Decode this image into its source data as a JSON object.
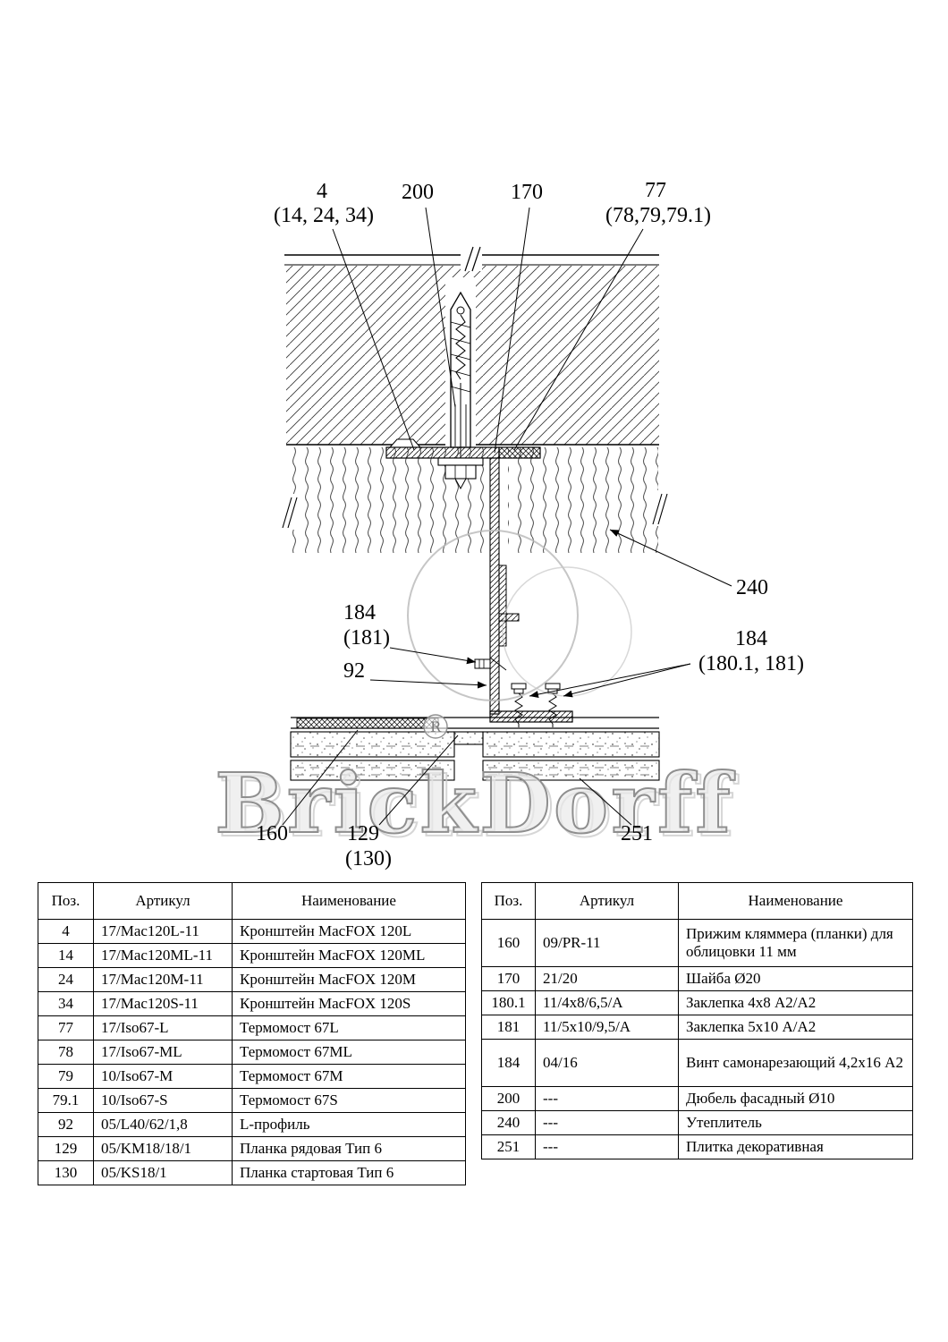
{
  "drawing": {
    "callouts": {
      "c4": {
        "main": "4",
        "sub": "(14, 24, 34)"
      },
      "c200": {
        "main": "200"
      },
      "c170": {
        "main": "170"
      },
      "c77": {
        "main": "77",
        "sub": "(78,79,79.1)"
      },
      "c240": {
        "main": "240"
      },
      "c184_left": {
        "main": "184",
        "sub": "(181)"
      },
      "c92": {
        "main": "92"
      },
      "c184_right": {
        "main": "184",
        "sub": "(180.1, 181)"
      },
      "c160": {
        "main": "160"
      },
      "c129": {
        "main": "129",
        "sub": "(130)"
      },
      "c251": {
        "main": "251"
      }
    },
    "watermark": {
      "text": "BrickDorff",
      "registered": "R"
    }
  },
  "tables": {
    "left": {
      "headers": {
        "pos": "Поз.",
        "article": "Артикул",
        "name": "Наименование"
      },
      "rows": [
        {
          "pos": "4",
          "article": "17/Mac120L-11",
          "name": "Кронштейн MacFOX 120L"
        },
        {
          "pos": "14",
          "article": "17/Mac120ML-11",
          "name": "Кронштейн MacFOX 120ML"
        },
        {
          "pos": "24",
          "article": "17/Mac120M-11",
          "name": "Кронштейн MacFOX 120M"
        },
        {
          "pos": "34",
          "article": "17/Mac120S-11",
          "name": "Кронштейн MacFOX 120S"
        },
        {
          "pos": "77",
          "article": "17/Iso67-L",
          "name": "Термомост 67L"
        },
        {
          "pos": "78",
          "article": "17/Iso67-ML",
          "name": "Термомост 67ML"
        },
        {
          "pos": "79",
          "article": "10/Iso67-M",
          "name": "Термомост 67M"
        },
        {
          "pos": "79.1",
          "article": "10/Iso67-S",
          "name": "Термомост 67S"
        },
        {
          "pos": "92",
          "article": "05/L40/62/1,8",
          "name": "L-профиль"
        },
        {
          "pos": "129",
          "article": "05/KM18/18/1",
          "name": "Планка рядовая Тип 6"
        },
        {
          "pos": "130",
          "article": "05/KS18/1",
          "name": "Планка стартовая Тип 6"
        }
      ]
    },
    "right": {
      "headers": {
        "pos": "Поз.",
        "article": "Артикул",
        "name": "Наименование"
      },
      "rows": [
        {
          "pos": "160",
          "article": "09/PR-11",
          "name": "Прижим кляммера (планки) для облицовки 11 мм"
        },
        {
          "pos": "170",
          "article": "21/20",
          "name": "Шайба Ø20"
        },
        {
          "pos": "180.1",
          "article": "11/4x8/6,5/A",
          "name": "Заклепка 4x8 А2/А2"
        },
        {
          "pos": "181",
          "article": "11/5x10/9,5/A",
          "name": "Заклепка 5x10 А/А2"
        },
        {
          "pos": "184",
          "article": "04/16",
          "name": "Винт самонарезающий 4,2x16 А2"
        },
        {
          "pos": "200",
          "article": "---",
          "name": "Дюбель фасадный Ø10"
        },
        {
          "pos": "240",
          "article": "---",
          "name": "Утеплитель"
        },
        {
          "pos": "251",
          "article": "---",
          "name": "Плитка декоративная"
        }
      ]
    }
  }
}
